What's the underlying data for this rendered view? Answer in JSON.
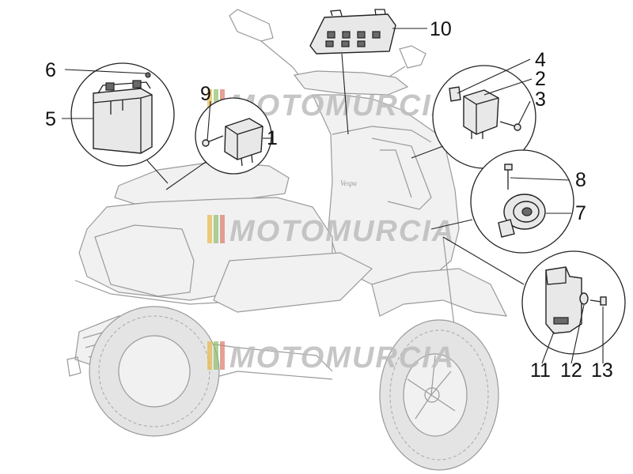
{
  "watermark": {
    "text": "MOTOMURCIA",
    "stripe_colors": [
      "#e8b84a",
      "#8fbf6a",
      "#d97a6a"
    ]
  },
  "frame_brand": "Vespa",
  "callout_numbers": {
    "p1": "1",
    "p2": "2",
    "p3": "3",
    "p4": "4",
    "p5": "5",
    "p6": "6",
    "p7": "7",
    "p8": "8",
    "p9": "9",
    "p10": "10",
    "p11": "11",
    "p12": "12",
    "p13": "13"
  }
}
